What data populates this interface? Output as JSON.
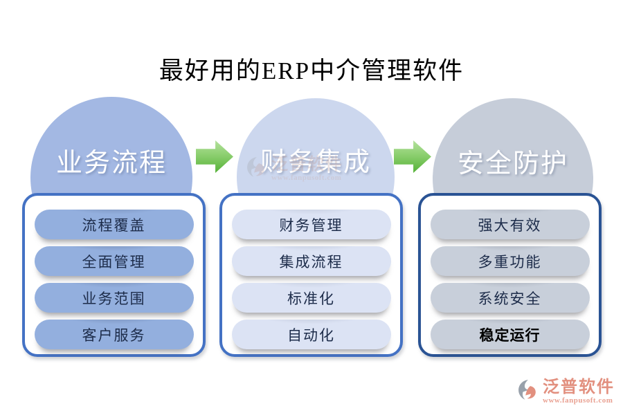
{
  "title": "最好用的ERP中介管理软件",
  "columns": [
    {
      "stage": "业务流程",
      "items": [
        "流程覆盖",
        "全面管理",
        "业务范围",
        "客户服务"
      ]
    },
    {
      "stage": "财务集成",
      "items": [
        "财务管理",
        "集成流程",
        "标准化",
        "自动化"
      ]
    },
    {
      "stage": "安全防护",
      "items": [
        "强大有效",
        "多重功能",
        "系统安全",
        "稳定运行"
      ]
    }
  ],
  "arrows": {
    "count": 2,
    "direction": "right"
  },
  "watermark": {
    "brand": "泛普软件",
    "url": "www.fanpusoft.com"
  },
  "colors": {
    "circle_fills": [
      "#a3b8e3",
      "#ccd7ee",
      "#c6cdd9"
    ],
    "pill_fills": [
      "#93afde",
      "#dce3f4",
      "#c8cfda"
    ],
    "panel_borders": [
      "#4472c4",
      "#4472c4",
      "#2a5394"
    ],
    "arrow_green_top": "#b4e19d",
    "arrow_green_bottom": "#54b136",
    "pill_text": "#1d2c4a",
    "brand_text": "#e2907f",
    "title_text": "#000000"
  }
}
